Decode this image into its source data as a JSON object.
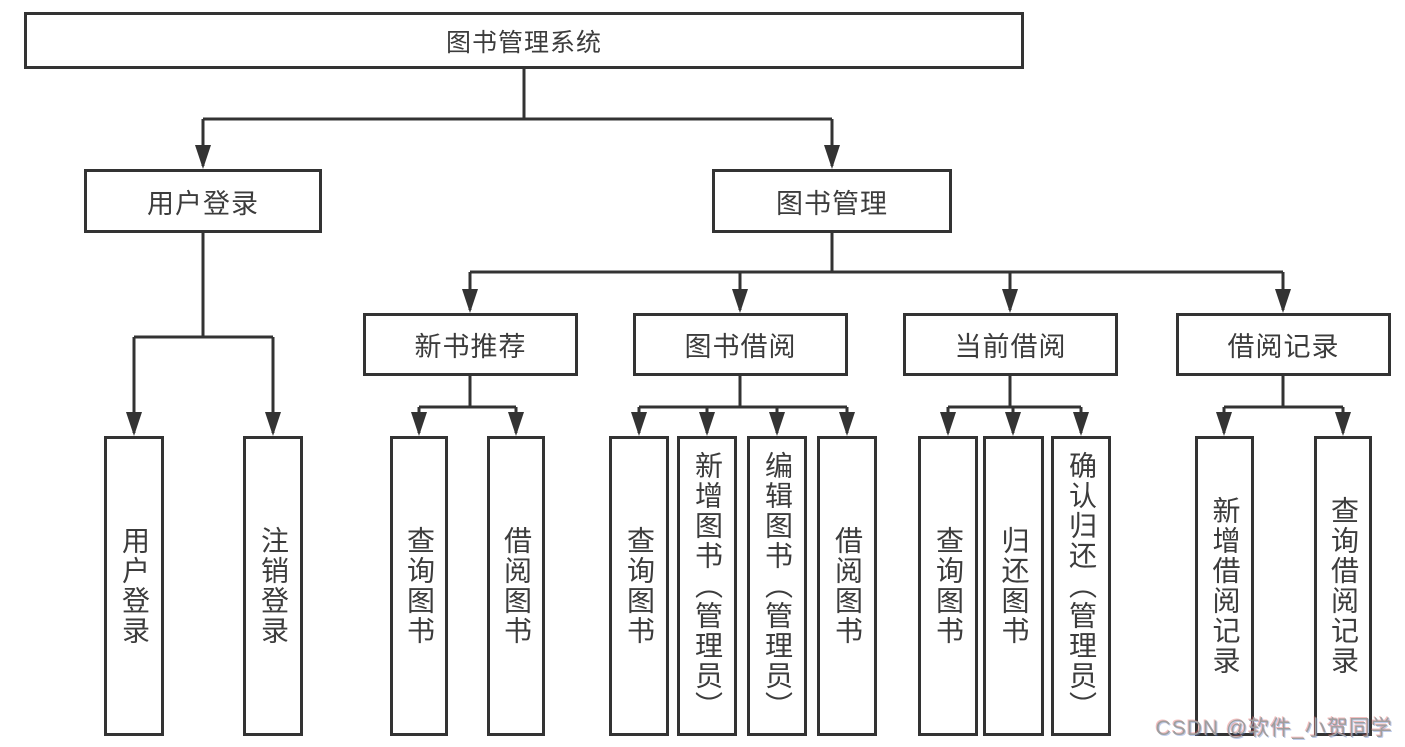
{
  "diagram": {
    "root": {
      "label": "图书管理系统"
    },
    "branches": [
      {
        "label": "用户登录",
        "leaves": [
          "用户登录",
          "注销登录"
        ]
      },
      {
        "label": "图书管理",
        "groups": [
          {
            "label": "新书推荐",
            "leaves": [
              "查询图书",
              "借阅图书"
            ]
          },
          {
            "label": "图书借阅",
            "leaves": [
              "查询图书",
              "新增图书（管理员）",
              "编辑图书（管理员）",
              "借阅图书"
            ]
          },
          {
            "label": "当前借阅",
            "leaves": [
              "查询图书",
              "归还图书",
              "确认归还（管理员）"
            ]
          },
          {
            "label": "借阅记录",
            "leaves": [
              "新增借阅记录",
              "查询借阅记录"
            ]
          }
        ]
      }
    ]
  },
  "watermark": {
    "text": "CSDN @软件_小贺同学"
  },
  "colors": {
    "line": "#333333",
    "box_border": "#333333",
    "box_fill": "#ffffff",
    "text": "#3c3c3c",
    "background": "#ffffff",
    "watermark": "#9e9e9e"
  }
}
